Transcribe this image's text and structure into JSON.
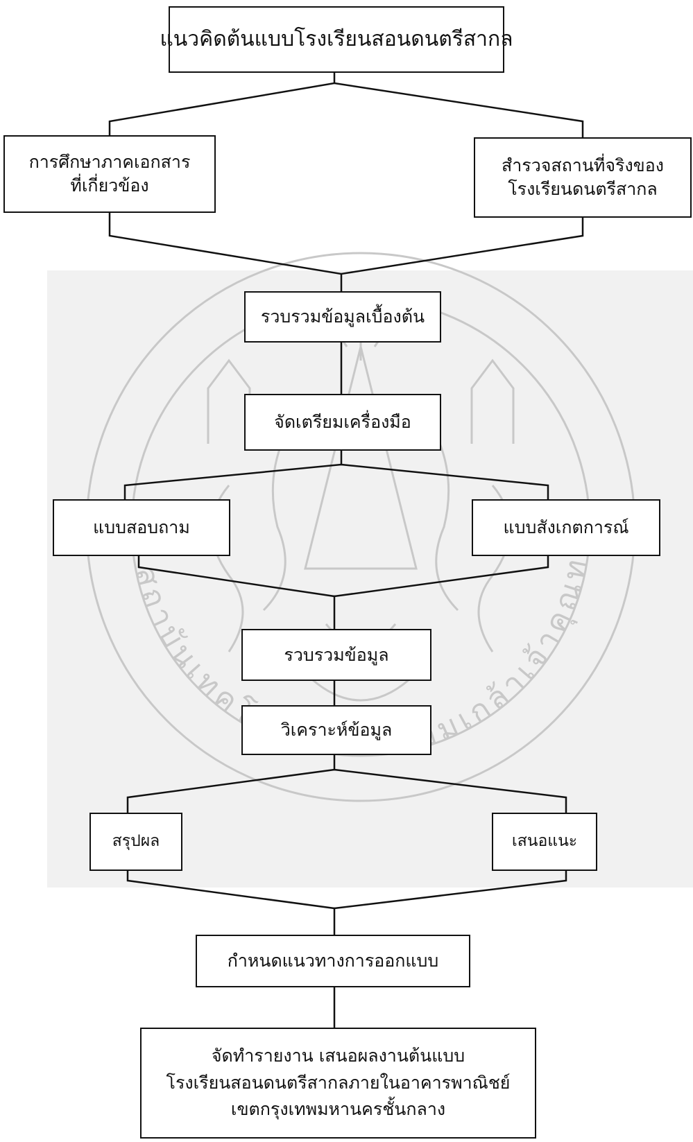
{
  "flowchart": {
    "title_box": "แนวคิดต้นแบบโรงเรียนสอนดนตรีสากล",
    "study_docs": {
      "line1": "การศึกษาภาคเอกสาร",
      "line2": "ที่เกี่ยวข้อง"
    },
    "site_survey": {
      "line1": "สำรวจสถานที่จริงของ",
      "line2": "โรงเรียนดนตรีสากล"
    },
    "collect_preliminary": "รวบรวมข้อมูลเบื้องต้น",
    "prepare_tools": "จัดเตรียมเครื่องมือ",
    "questionnaire": "แบบสอบถาม",
    "observation": "แบบสังเกตการณ์",
    "collect_data": "รวบรวมข้อมูล",
    "analyze_data": "วิเคราะห์ข้อมูล",
    "conclusion": "สรุปผล",
    "suggestion": "เสนอแนะ",
    "design_guideline": "กำหนดแนวทางการออกแบบ",
    "report": {
      "line1": "จัดทำรายงาน เสนอผลงานต้นแบบ",
      "line2": "โรงเรียนสอนดนตรีสากลภายในอาคารพาณิชย์",
      "line3": "เขตกรุงเทพมหานครชั้นกลาง"
    }
  },
  "watermark": {
    "seal_text": "สถาบันเทคโนโลยีพระจอมเกล้าเจ้าคุณทหารลาดกระบัง",
    "color": "#c8c8c8"
  },
  "colors": {
    "line": "#111111",
    "box_border": "#111111",
    "watermark_bg": "#f1f1f1"
  }
}
